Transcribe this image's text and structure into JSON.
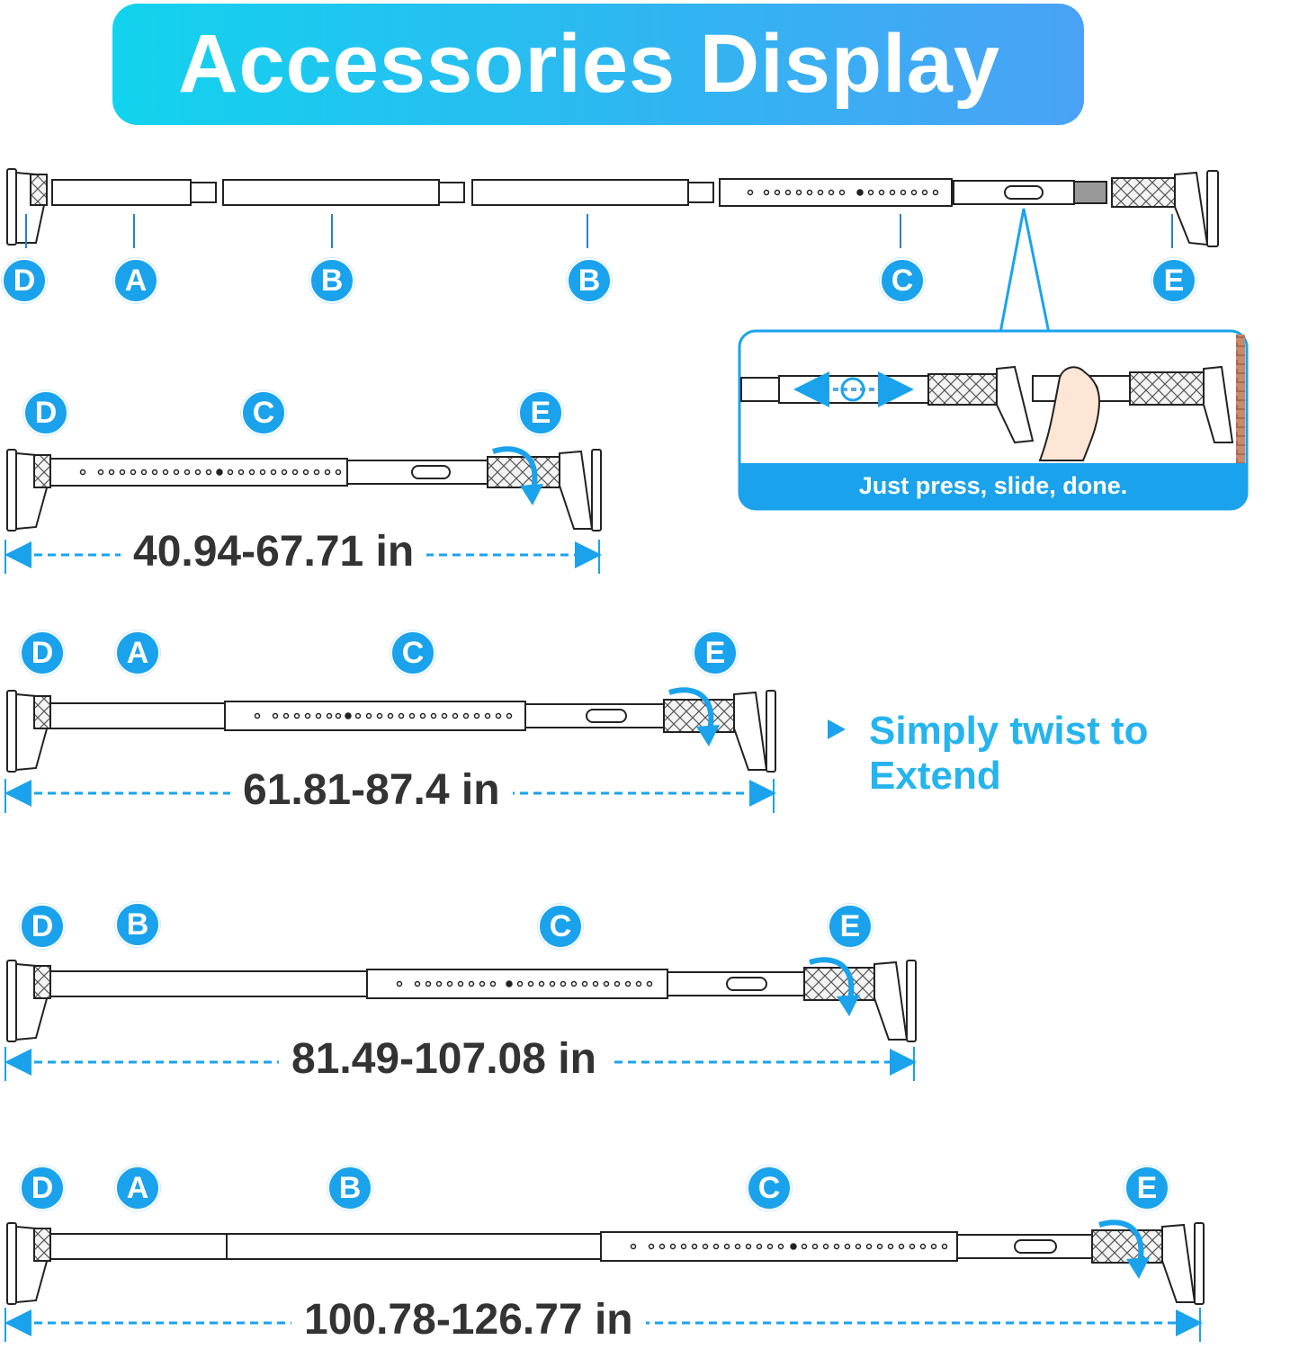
{
  "banner": {
    "title": "Accessories Display"
  },
  "parts": {
    "top_labels": [
      "D",
      "A",
      "B",
      "B",
      "C",
      "E"
    ],
    "config1_labels": [
      "D",
      "C",
      "E"
    ],
    "config2_labels": [
      "D",
      "A",
      "C",
      "E"
    ],
    "config3_labels": [
      "D",
      "B",
      "C",
      "E"
    ],
    "config4_labels": [
      "D",
      "A",
      "B",
      "C",
      "E"
    ]
  },
  "measurements": {
    "config1": "40.94-67.71 in",
    "config2": "61.81-87.4 in",
    "config3": "81.49-107.08 in",
    "config4": "100.78-126.77 in"
  },
  "callout": {
    "caption": "Just press, slide, done."
  },
  "twist": {
    "text": "Simply twist to Extend"
  },
  "colors": {
    "accent": "#1aa3ec",
    "banner_start": "#12d3ee",
    "banner_end": "#4aa2f6",
    "text_dark": "#333333"
  },
  "icons": [
    "rotate-arrow-icon",
    "play-arrow-icon",
    "hand-icon",
    "double-arrow-icon"
  ]
}
